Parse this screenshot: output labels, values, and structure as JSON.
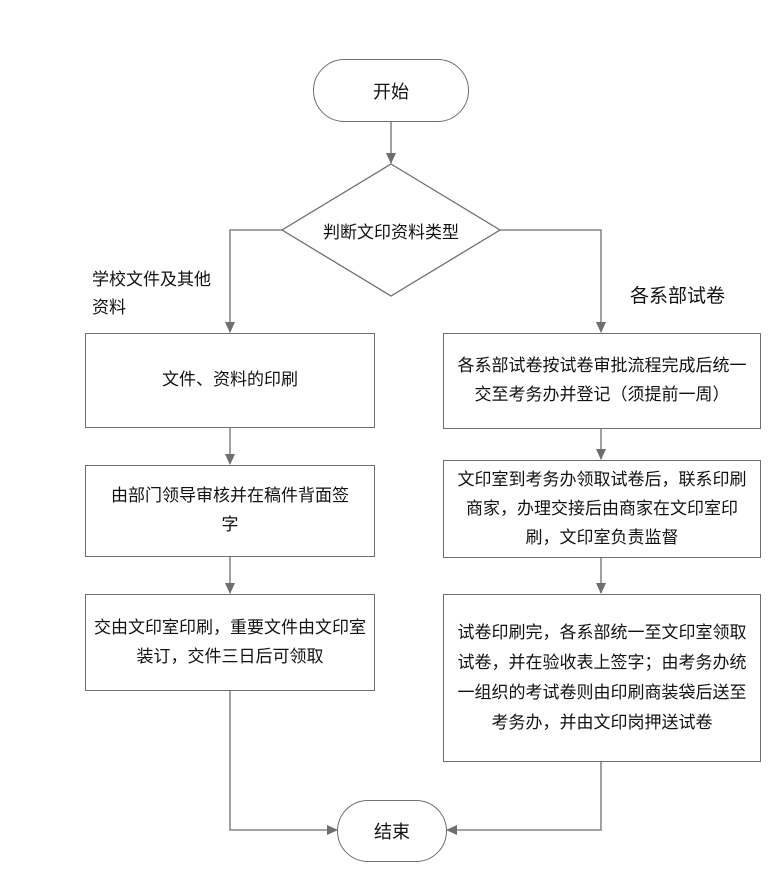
{
  "start": "开始",
  "decision": "判断文印资料类型",
  "branch_left_label": "学校文件及其他资料",
  "branch_right_label": "各系部试卷",
  "left_steps": [
    "文件、资料的印刷",
    "由部门领导审核并在稿件背面签字",
    "交由文印室印刷，重要文件由文印室装订，交件三日后可领取"
  ],
  "right_steps": [
    "各系部试卷按试卷审批流程完成后统一交至考务办并登记（须提前一周）",
    "文印室到考务办领取试卷后，联系印刷商家，办理交接后由商家在文印室印刷，文印室负责监督",
    "试卷印刷完，各系部统一至文印室领取试卷，并在验收表上签字；由考务办统一组织的考试卷则由印刷商装袋后送至考务办，并由文印岗押送试卷"
  ],
  "end": "结束"
}
